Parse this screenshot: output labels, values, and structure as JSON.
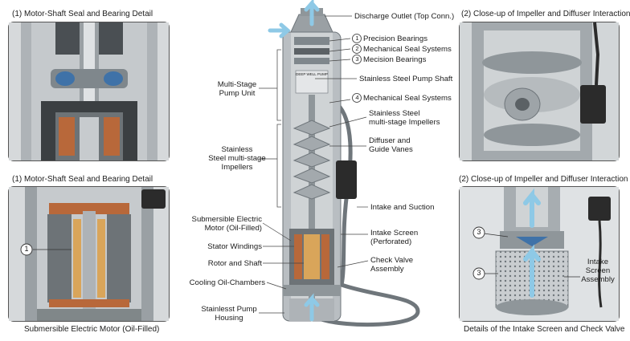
{
  "panel_titles": {
    "top_left": "(1) Motor-Shaft Seal and Bearing Detail",
    "mid_left": "(1) Motor-Shaft Seal and Bearing Detail",
    "bottom_left": "Submersible Electric Motor (Oil-Filled)",
    "top_right": "(2) Close-up of Impeller and Diffuser Interaction",
    "mid_right": "(2) Close-up of Impeller and Diffuser Interaction",
    "bottom_right": "Details of the Intake Screen and Check Valve"
  },
  "center_labels": {
    "discharge": "Discharge Outlet (Top Conn.)",
    "precision_bearings": "Precision Bearings",
    "mech_seal_systems_1": "Mechanical Seal Systems",
    "mecision_bearings": "Mecision Bearings",
    "pump_shaft": "Stainless Steel Pump Shaft",
    "mech_seal_systems_2": "Mechanical Seal Systems",
    "impellers_r1": "Stainless Steel",
    "impellers_r2": "multi-stage Impellers",
    "diffuser_r1": "Diffuser and",
    "diffuser_r2": "Guide Vanes",
    "intake": "Intake and Suction",
    "intake_screen_r1": "Intake Screen",
    "intake_screen_r2": "(Perforated)",
    "check_valve_r1": "Check Valve",
    "check_valve_r2": "Assembly",
    "multistage_r1": "Multi-Stage",
    "multistage_r2": "Pump Unit",
    "ss_impellers_r1": "Stainless",
    "ss_impellers_r2": "Steel multi-stage",
    "ss_impellers_r3": "Impellers",
    "motor_r1": "Submersible Electric",
    "motor_r2": "Motor (Oil-Filled)",
    "stator": "Stator Windings",
    "rotor": "Rotor and Shaft",
    "cooling": "Cooling Oil-Chambers",
    "housing_r1": "Stainlesst Pump",
    "housing_r2": "Housing"
  },
  "callout_numbers": {
    "n1": "1",
    "n2": "2",
    "n3": "3",
    "n4": "4",
    "left_motor_marker": "1",
    "right_marker_a": "3",
    "right_marker_b": "3"
  },
  "pump_plate_text": "DEEP WELL PUMP",
  "intake_screen_assembly_r1": "Intake",
  "intake_screen_assembly_r2": "Screen",
  "intake_screen_assembly_r3": "Assembly",
  "colors": {
    "steel": "#b9bec2",
    "dark_steel": "#6f767b",
    "copper": "#b8683a",
    "seal_blue": "#3f72a8",
    "flow_arrow": "#8ec9e6",
    "cable": "#2b2b2b"
  }
}
